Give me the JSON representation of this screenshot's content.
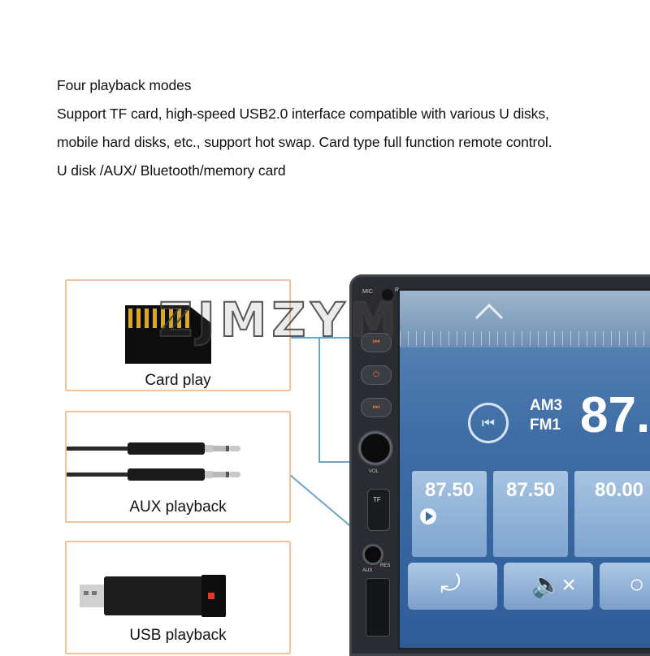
{
  "description": {
    "lines": [
      "Four playback modes",
      "Support TF card, high-speed USB2.0 interface compatible with various U disks,",
      "mobile hard disks, etc., support hot swap. Card type full function remote control.",
      "U disk /AUX/ Bluetooth/memory card"
    ]
  },
  "cards": {
    "card": "Card play",
    "aux": "AUX playback",
    "usb": "USB playback"
  },
  "watermark": "ZJMZYM",
  "radio": {
    "mic_label": "MIC",
    "r_label": "R",
    "vol_label": "VOL",
    "tf_label": "TF",
    "aux_label": "AUX",
    "res_label": "RES",
    "band1": "AM3",
    "band2": "FM1",
    "frequency": "87.",
    "presets": [
      "87.50",
      "87.50",
      "80.00"
    ]
  },
  "colors": {
    "card_border": "#f0c59e",
    "screen_blue": "#3f6ea6",
    "leader_line": "#6aa6c8"
  }
}
